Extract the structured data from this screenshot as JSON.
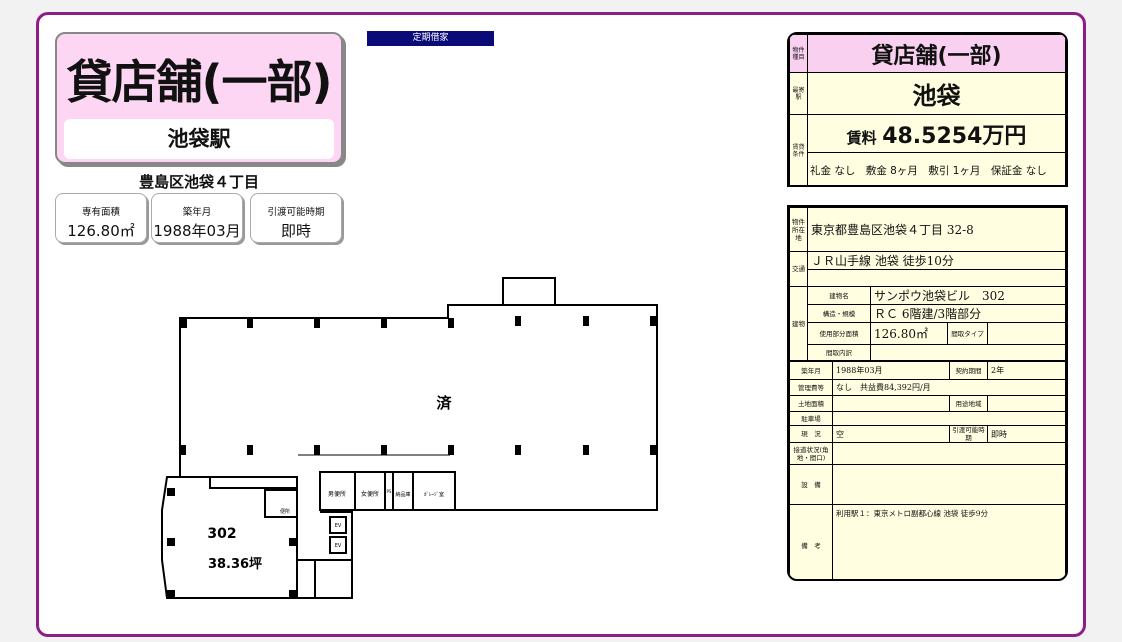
{
  "header": {
    "type": "貸店舗(一部)",
    "station": "池袋駅",
    "address_short": "豊島区池袋４丁目",
    "lease_badge": "定期借家"
  },
  "cards": [
    {
      "label": "専有面積",
      "value": "126.80㎡"
    },
    {
      "label": "築年月",
      "value": "1988年03月"
    },
    {
      "label": "引渡可能時期",
      "value": "即時"
    }
  ],
  "floorplan": {
    "unit": "302",
    "area": "38.36坪",
    "taken_mark": "済",
    "rooms": [
      "男便所",
      "女便所",
      "PS",
      "納品庫",
      "ｶﾞﾚｰｼﾞ室",
      "便所",
      "EV",
      "EV"
    ]
  },
  "summary": {
    "type_label": "物件種目",
    "type": "貸店舗(一部)",
    "station_label": "最寄駅",
    "station": "池袋",
    "terms_label": "賃貸条件",
    "rent_label": "賃料",
    "rent": "48.5254万円",
    "conditions": "礼金 なし　敷金 8ヶ月　敷引 1ヶ月　保証金 なし"
  },
  "details": {
    "location_label": "物件所在地",
    "location": "東京都豊島区池袋４丁目 32-8",
    "transport_label": "交通",
    "transport1": "ＪＲ山手線 池袋 徒歩10分",
    "transport2": "",
    "building_label": "建物",
    "bname_label": "建物名",
    "bname": "サンポウ池袋ビル　302",
    "structure_label": "構造・規模",
    "structure": "ＲＣ 6階建/3階部分",
    "area_label": "使用部分面積",
    "area": "126.80㎡",
    "layout_type_label": "間取タイプ",
    "layout_type": "",
    "layout_detail_label": "間取内訳",
    "layout_detail": "",
    "built_label": "築年月",
    "built": "1988年03月",
    "contract_label": "契約期間",
    "contract": "2年",
    "fee_label": "管理費等",
    "fee": "なし　共益費84,392円/月",
    "land_label": "土地面積",
    "land": "",
    "zoning_label": "用途地域",
    "zoning": "",
    "parking_label": "駐車場",
    "parking": "",
    "status_label": "現　況",
    "status": "空",
    "handover_label": "引渡可能時期",
    "handover": "即時",
    "road_label": "接道状況(角地・間口)",
    "road": "",
    "equip_label": "設　備",
    "equip": "",
    "notes_label": "備　考",
    "notes": "利用駅１：東京メトロ副都心線 池袋 徒歩9分"
  }
}
